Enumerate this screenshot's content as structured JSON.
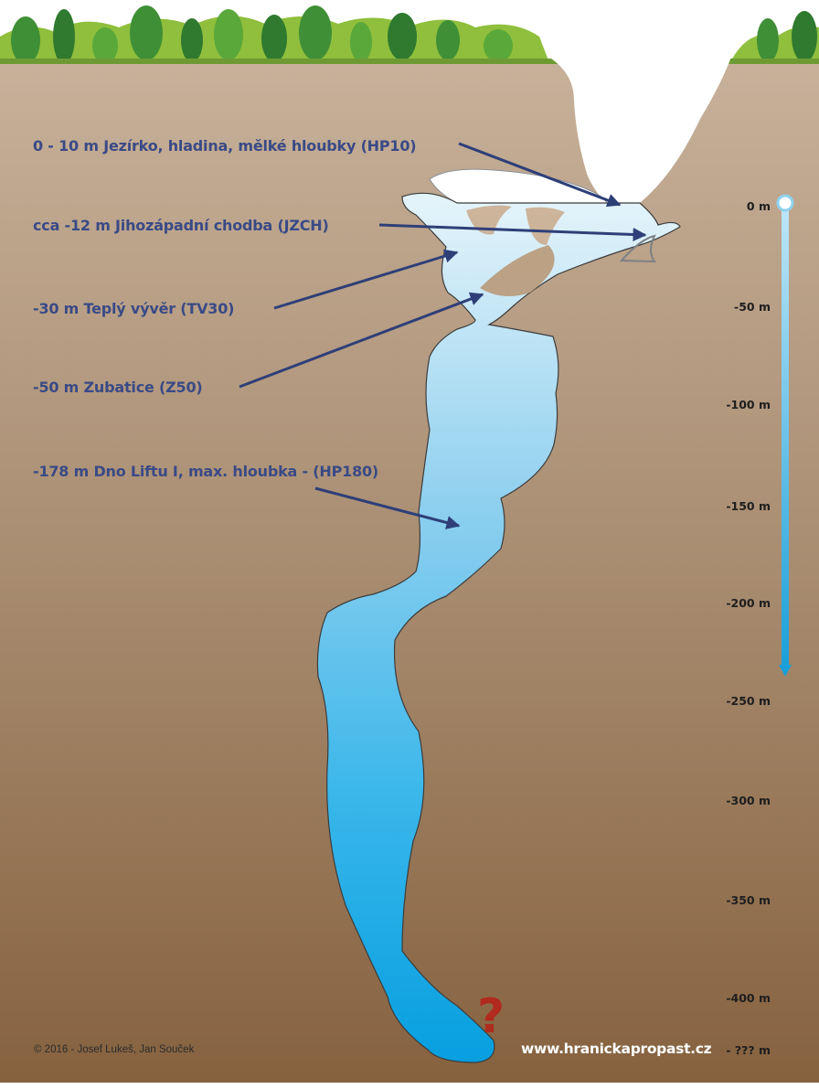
{
  "callouts": [
    "0 - 10 m Jezírko, hladina, mělké hloubky (HP10)",
    "cca -12 m Jihozápadní chodba (JZCH)",
    "-30 m Teplý vývěr (TV30)",
    "-50 m Zubatice (Z50)",
    "-178 m Dno Liftu I, max. hloubka - (HP180)"
  ],
  "depth_scale": {
    "ticks": [
      "0 m",
      "-50 m",
      "-100 m",
      "-150 m",
      "-200 m",
      "-250 m",
      "-300 m",
      "-350 m",
      "-400 m",
      "- ??? m"
    ]
  },
  "unknown_marker": "?",
  "footer": {
    "credit": "© 2016 - Josef Lukeš, Jan Souček",
    "website": "www.hranickapropast.cz"
  },
  "colors": {
    "soil_top": "#c3ac94",
    "soil_bottom": "#8a6847",
    "water_top": "#d6eef8",
    "water_bottom": "#0aa6e4",
    "callout_text": "#3a4a86",
    "arrow": "#2e3f78",
    "scale_bar": "#29a8df",
    "question_mark": "#b02a1e"
  }
}
